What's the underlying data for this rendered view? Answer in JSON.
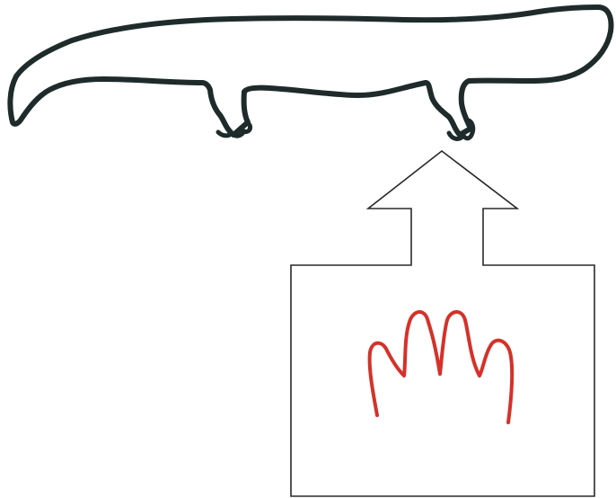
{
  "diagram": {
    "colors": {
      "background": "#ffffff",
      "animal_outline": "#1f2b2b",
      "box_outline": "#2a2a2a",
      "footprint": "#d4322a"
    },
    "elements": {
      "animal": "salamander-outline",
      "arrow": "up-arrow-outline",
      "inset": "footprint-box",
      "footprint": "four-toed-footprint"
    }
  }
}
